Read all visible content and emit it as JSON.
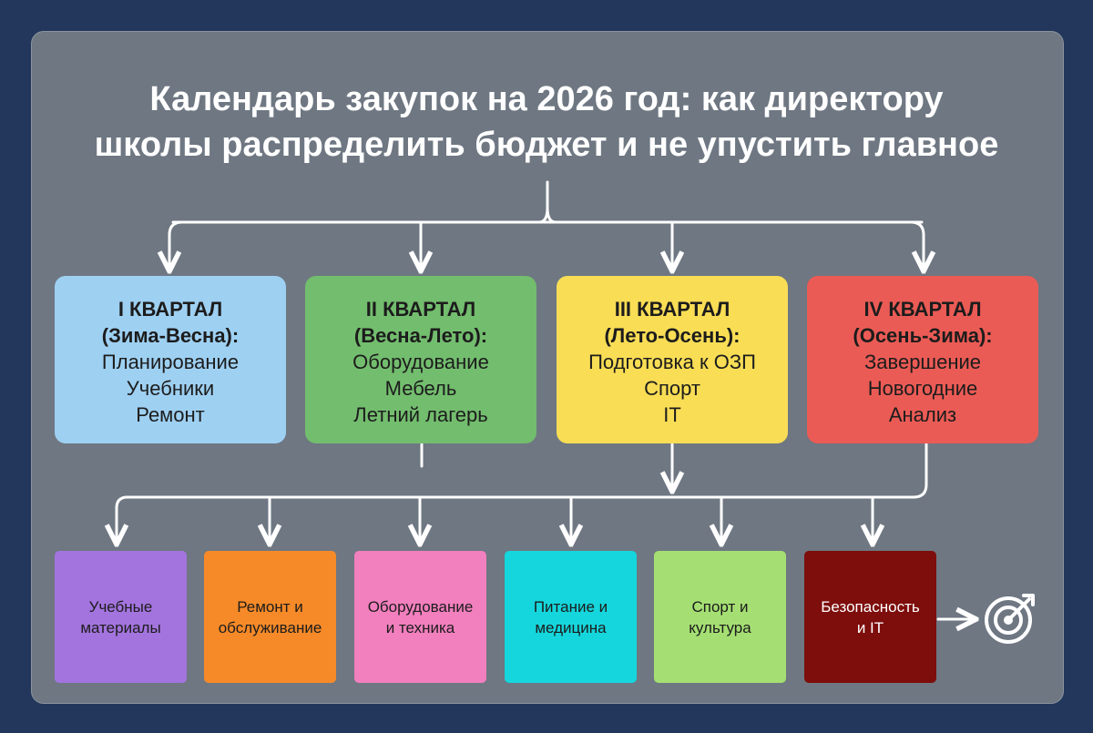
{
  "title": {
    "line1": "Календарь закупок на 2026 год: как директору",
    "line2": "школы распределить бюджет и не упустить главное"
  },
  "quarters": [
    {
      "heading1": "I КВАРТАЛ",
      "heading2": "(Зима-Весна):",
      "items": [
        "Планирование",
        "Учебники",
        "Ремонт"
      ]
    },
    {
      "heading1": "II КВАРТАЛ",
      "heading2": "(Весна-Лето):",
      "items": [
        "Оборудование",
        "Мебель",
        "Летний лагерь"
      ]
    },
    {
      "heading1": "III КВАРТАЛ",
      "heading2": "(Лето-Осень):",
      "items": [
        "Подготовка к ОЗП",
        "Спорт",
        "IT"
      ]
    },
    {
      "heading1": "IV КВАРТАЛ",
      "heading2": "(Осень-Зима):",
      "items": [
        "Завершение",
        "Новогодние",
        "Анализ"
      ]
    }
  ],
  "categories": [
    {
      "label": "Учебные\nматериалы"
    },
    {
      "label": "Ремонт и\nобслуживание"
    },
    {
      "label": "Оборудование\nи техника"
    },
    {
      "label": "Питание и\nмедицина"
    },
    {
      "label": "Спорт и\nкультура"
    },
    {
      "label": "Безопасность\nи IT"
    }
  ],
  "icons": {
    "goal": "target-icon"
  },
  "colors": {
    "background": "#22375b",
    "panel": "#6e7782",
    "q1": "#9ed0f2",
    "q2": "#73bd6e",
    "q3": "#f9dd55",
    "q4": "#eb5b55",
    "cat1": "#a374de",
    "cat2": "#f68a28",
    "cat3": "#f27fbe",
    "cat4": "#15d6dc",
    "cat5": "#a5df73",
    "cat6": "#7d0e0c"
  }
}
